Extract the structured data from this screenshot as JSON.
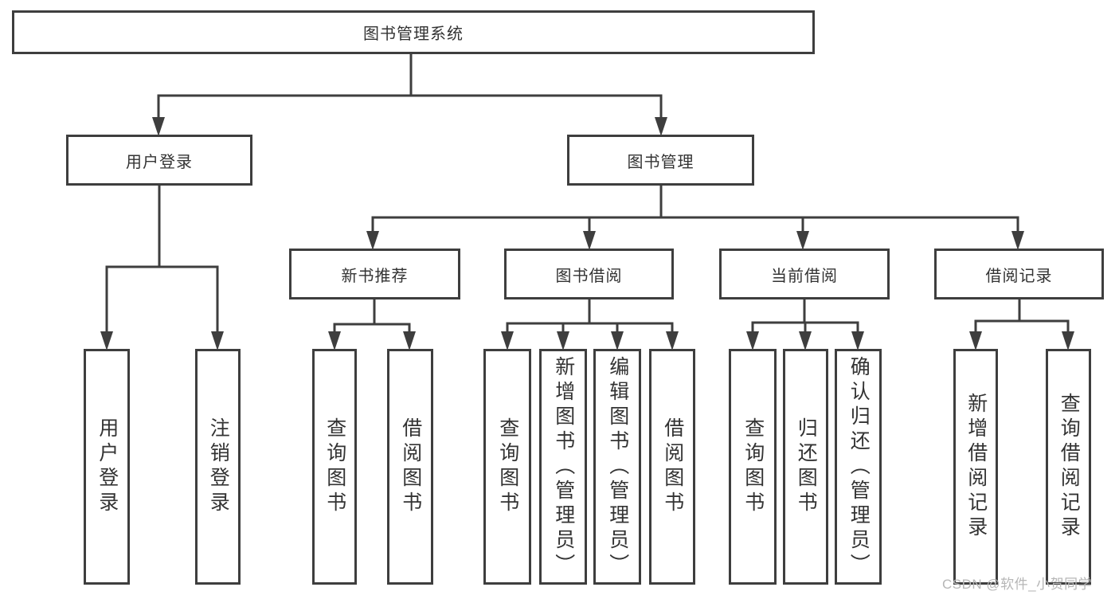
{
  "root": {
    "label": "图书管理系统"
  },
  "level2": [
    {
      "label": "用户登录"
    },
    {
      "label": "图书管理"
    }
  ],
  "level3": [
    {
      "label": "新书推荐"
    },
    {
      "label": "图书借阅"
    },
    {
      "label": "当前借阅"
    },
    {
      "label": "借阅记录"
    }
  ],
  "leaves": {
    "user_login": [
      {
        "label": "用户登录"
      },
      {
        "label": "注销登录"
      }
    ],
    "new_book_recommend": [
      {
        "label": "查询图书"
      },
      {
        "label": "借阅图书"
      }
    ],
    "book_borrowing": [
      {
        "label": "查询图书"
      },
      {
        "label": "新增图书（管理员）"
      },
      {
        "label": "编辑图书（管理员）"
      },
      {
        "label": "借阅图书"
      }
    ],
    "current_borrowing": [
      {
        "label": "查询图书"
      },
      {
        "label": "归还图书"
      },
      {
        "label": "确认归还（管理员）"
      }
    ],
    "borrowing_records": [
      {
        "label": "新增借阅记录"
      },
      {
        "label": "查询借阅记录"
      }
    ]
  },
  "watermark": "CSDN @软件_小贺同学",
  "colors": {
    "line": "#3e3e3e",
    "text": "#333333",
    "background": "#ffffff",
    "watermark": "#b6b6b6"
  }
}
